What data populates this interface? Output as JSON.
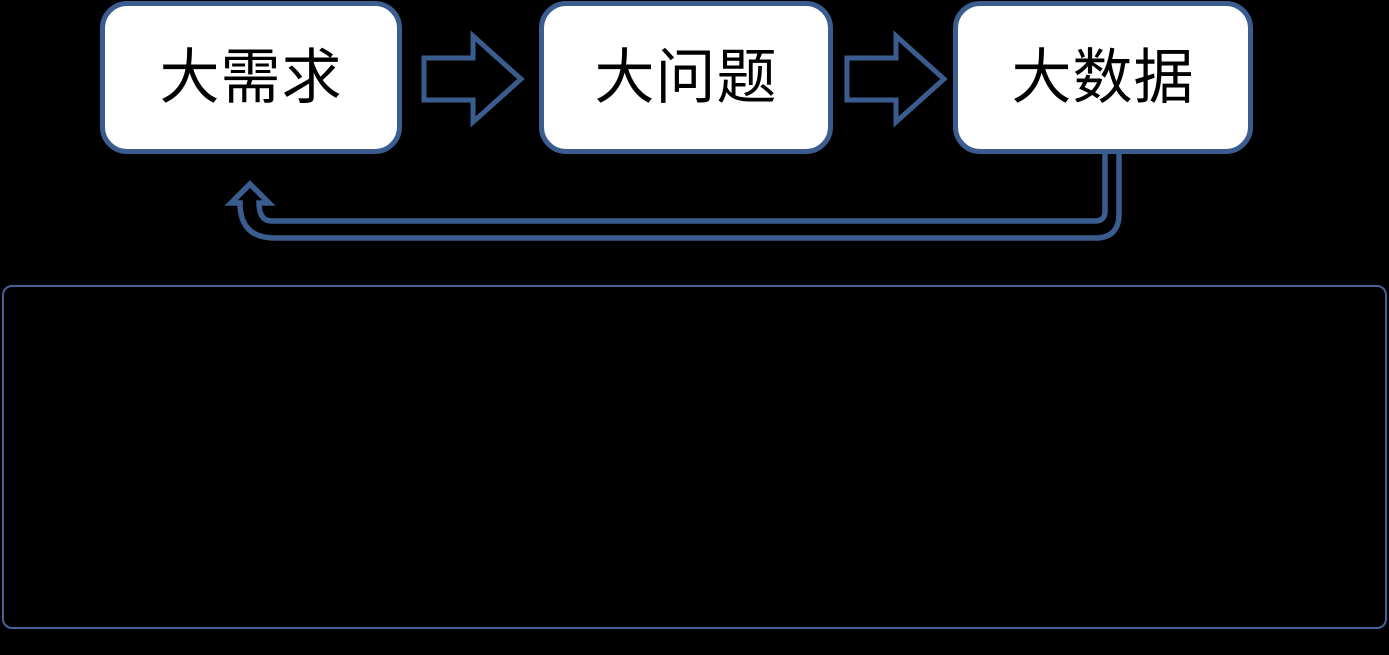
{
  "diagram": {
    "type": "flow-diagram",
    "background_color": "#000000",
    "outline_color": "#3a5c8e",
    "box_fill_color": "#ffffff",
    "box_text_color": "#000000",
    "boxes": [
      {
        "label": "大需求"
      },
      {
        "label": "大问题"
      },
      {
        "label": "大数据"
      }
    ],
    "connectors": [
      {
        "from": "大需求",
        "to": "大问题",
        "style": "outlined-block-arrow",
        "direction": "right"
      },
      {
        "from": "大问题",
        "to": "大数据",
        "style": "outlined-block-arrow",
        "direction": "right"
      },
      {
        "from": "大数据",
        "to": "大需求",
        "style": "outlined-bent-arrow",
        "direction": "loop-back-left-then-up"
      }
    ],
    "content_panel": {
      "border_color": "#44629a"
    }
  }
}
